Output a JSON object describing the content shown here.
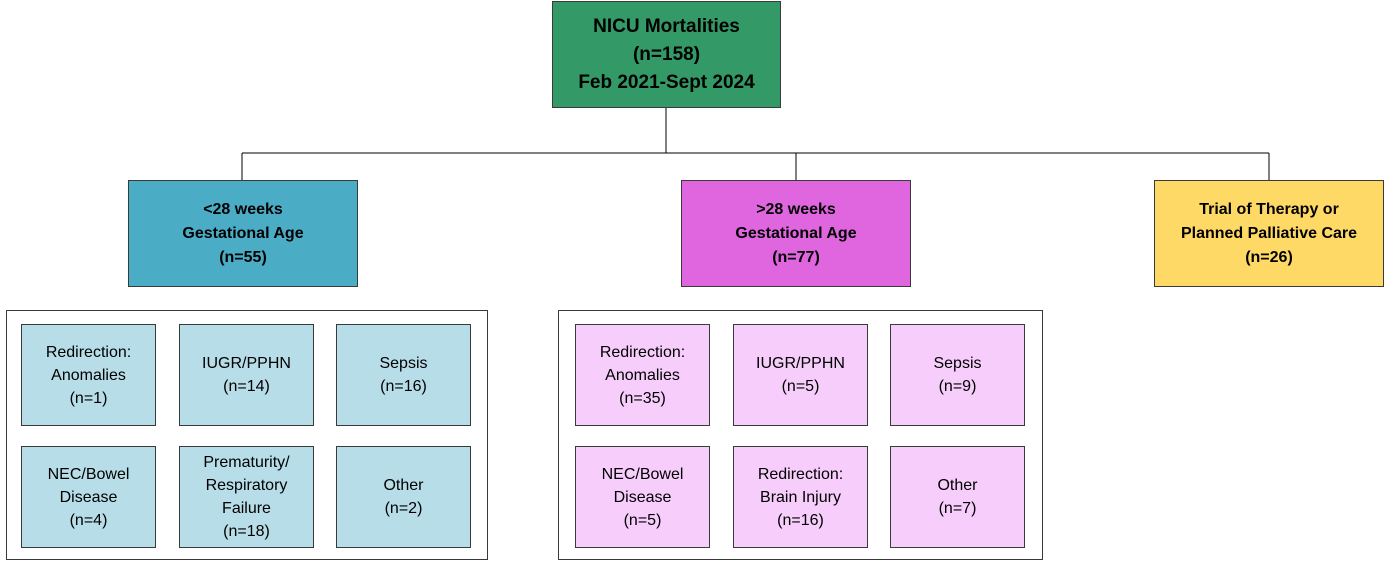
{
  "root": {
    "lines": [
      "NICU Mortalities",
      "(n=158)",
      "Feb 2021-Sept 2024"
    ]
  },
  "categories": [
    {
      "lines": [
        "<28 weeks",
        "Gestational Age",
        "(n=55)"
      ]
    },
    {
      "lines": [
        ">28 weeks",
        "Gestational Age",
        "(n=77)"
      ]
    },
    {
      "lines": [
        "Trial of Therapy or",
        "Planned Palliative Care",
        "(n=26)"
      ]
    }
  ],
  "groups": [
    {
      "items": [
        {
          "lines": [
            "Redirection:",
            "Anomalies",
            "(n=1)"
          ]
        },
        {
          "lines": [
            "IUGR/PPHN",
            "(n=14)"
          ]
        },
        {
          "lines": [
            "Sepsis",
            "(n=16)"
          ]
        },
        {
          "lines": [
            "NEC/Bowel",
            "Disease",
            "(n=4)"
          ]
        },
        {
          "lines": [
            "Prematurity/",
            "Respiratory",
            "Failure",
            "(n=18)"
          ]
        },
        {
          "lines": [
            "Other",
            "(n=2)"
          ]
        }
      ]
    },
    {
      "items": [
        {
          "lines": [
            "Redirection:",
            "Anomalies",
            "(n=35)"
          ]
        },
        {
          "lines": [
            "IUGR/PPHN",
            "(n=5)"
          ]
        },
        {
          "lines": [
            "Sepsis",
            "(n=9)"
          ]
        },
        {
          "lines": [
            "NEC/Bowel",
            "Disease",
            "(n=5)"
          ]
        },
        {
          "lines": [
            "Redirection:",
            "Brain Injury",
            "(n=16)"
          ]
        },
        {
          "lines": [
            "Other",
            "(n=7)"
          ]
        }
      ]
    }
  ],
  "colors": {
    "root": "#339966",
    "lt28": "#4bacc6",
    "lt28_sub": "#b7dde8",
    "gt28": "#e066e0",
    "gt28_sub": "#f6cdfb",
    "trial": "#ffd966"
  }
}
